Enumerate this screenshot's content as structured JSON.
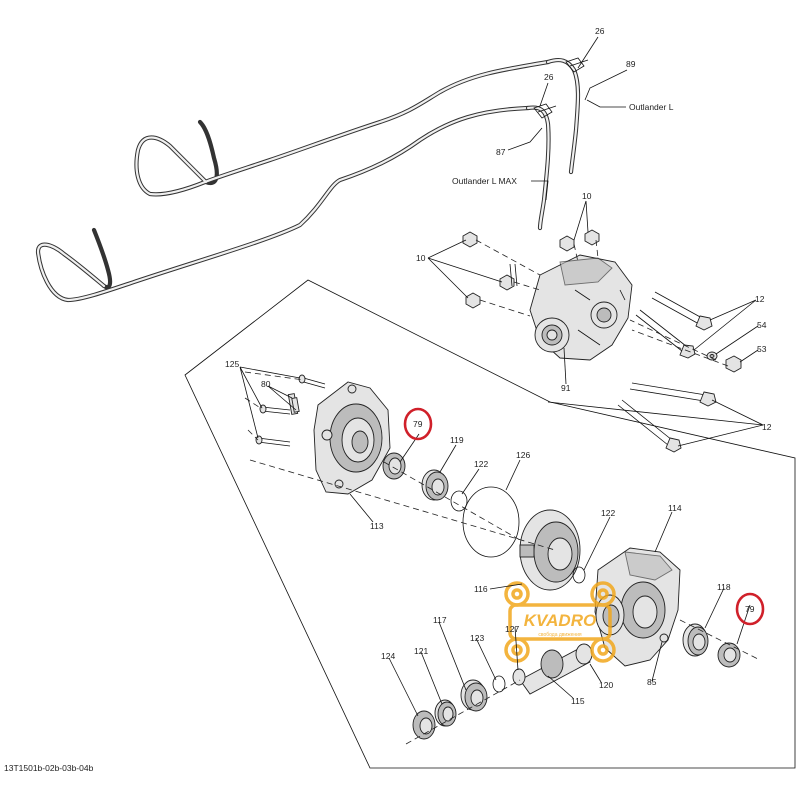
{
  "callouts": {
    "n26a": "26",
    "n89": "89",
    "outlander_l": "Outlander L",
    "n26b": "26",
    "n87": "87",
    "outlander_l_max": "Outlander L MAX",
    "n10a": "10",
    "n10b": "10",
    "n12a": "12",
    "n54": "54",
    "n53": "53",
    "n91": "91",
    "n12b": "12",
    "n125": "125",
    "n80": "80",
    "n79a": "79",
    "n119": "119",
    "n122a": "122",
    "n126": "126",
    "n113": "113",
    "n114": "114",
    "n122b": "122",
    "n116": "116",
    "n118": "118",
    "n79b": "79",
    "n127": "127",
    "n117": "117",
    "n123": "123",
    "n124": "124",
    "n121": "121",
    "n120": "120",
    "n85": "85",
    "n115": "115"
  },
  "watermark": {
    "brand": "KVADRO",
    "tagline": "свобода движения"
  },
  "drawing_id": "13T1501b-02b-03b-04b",
  "colors": {
    "highlight": "#d0202a",
    "watermark": "#f2a81d",
    "line": "#222222"
  }
}
